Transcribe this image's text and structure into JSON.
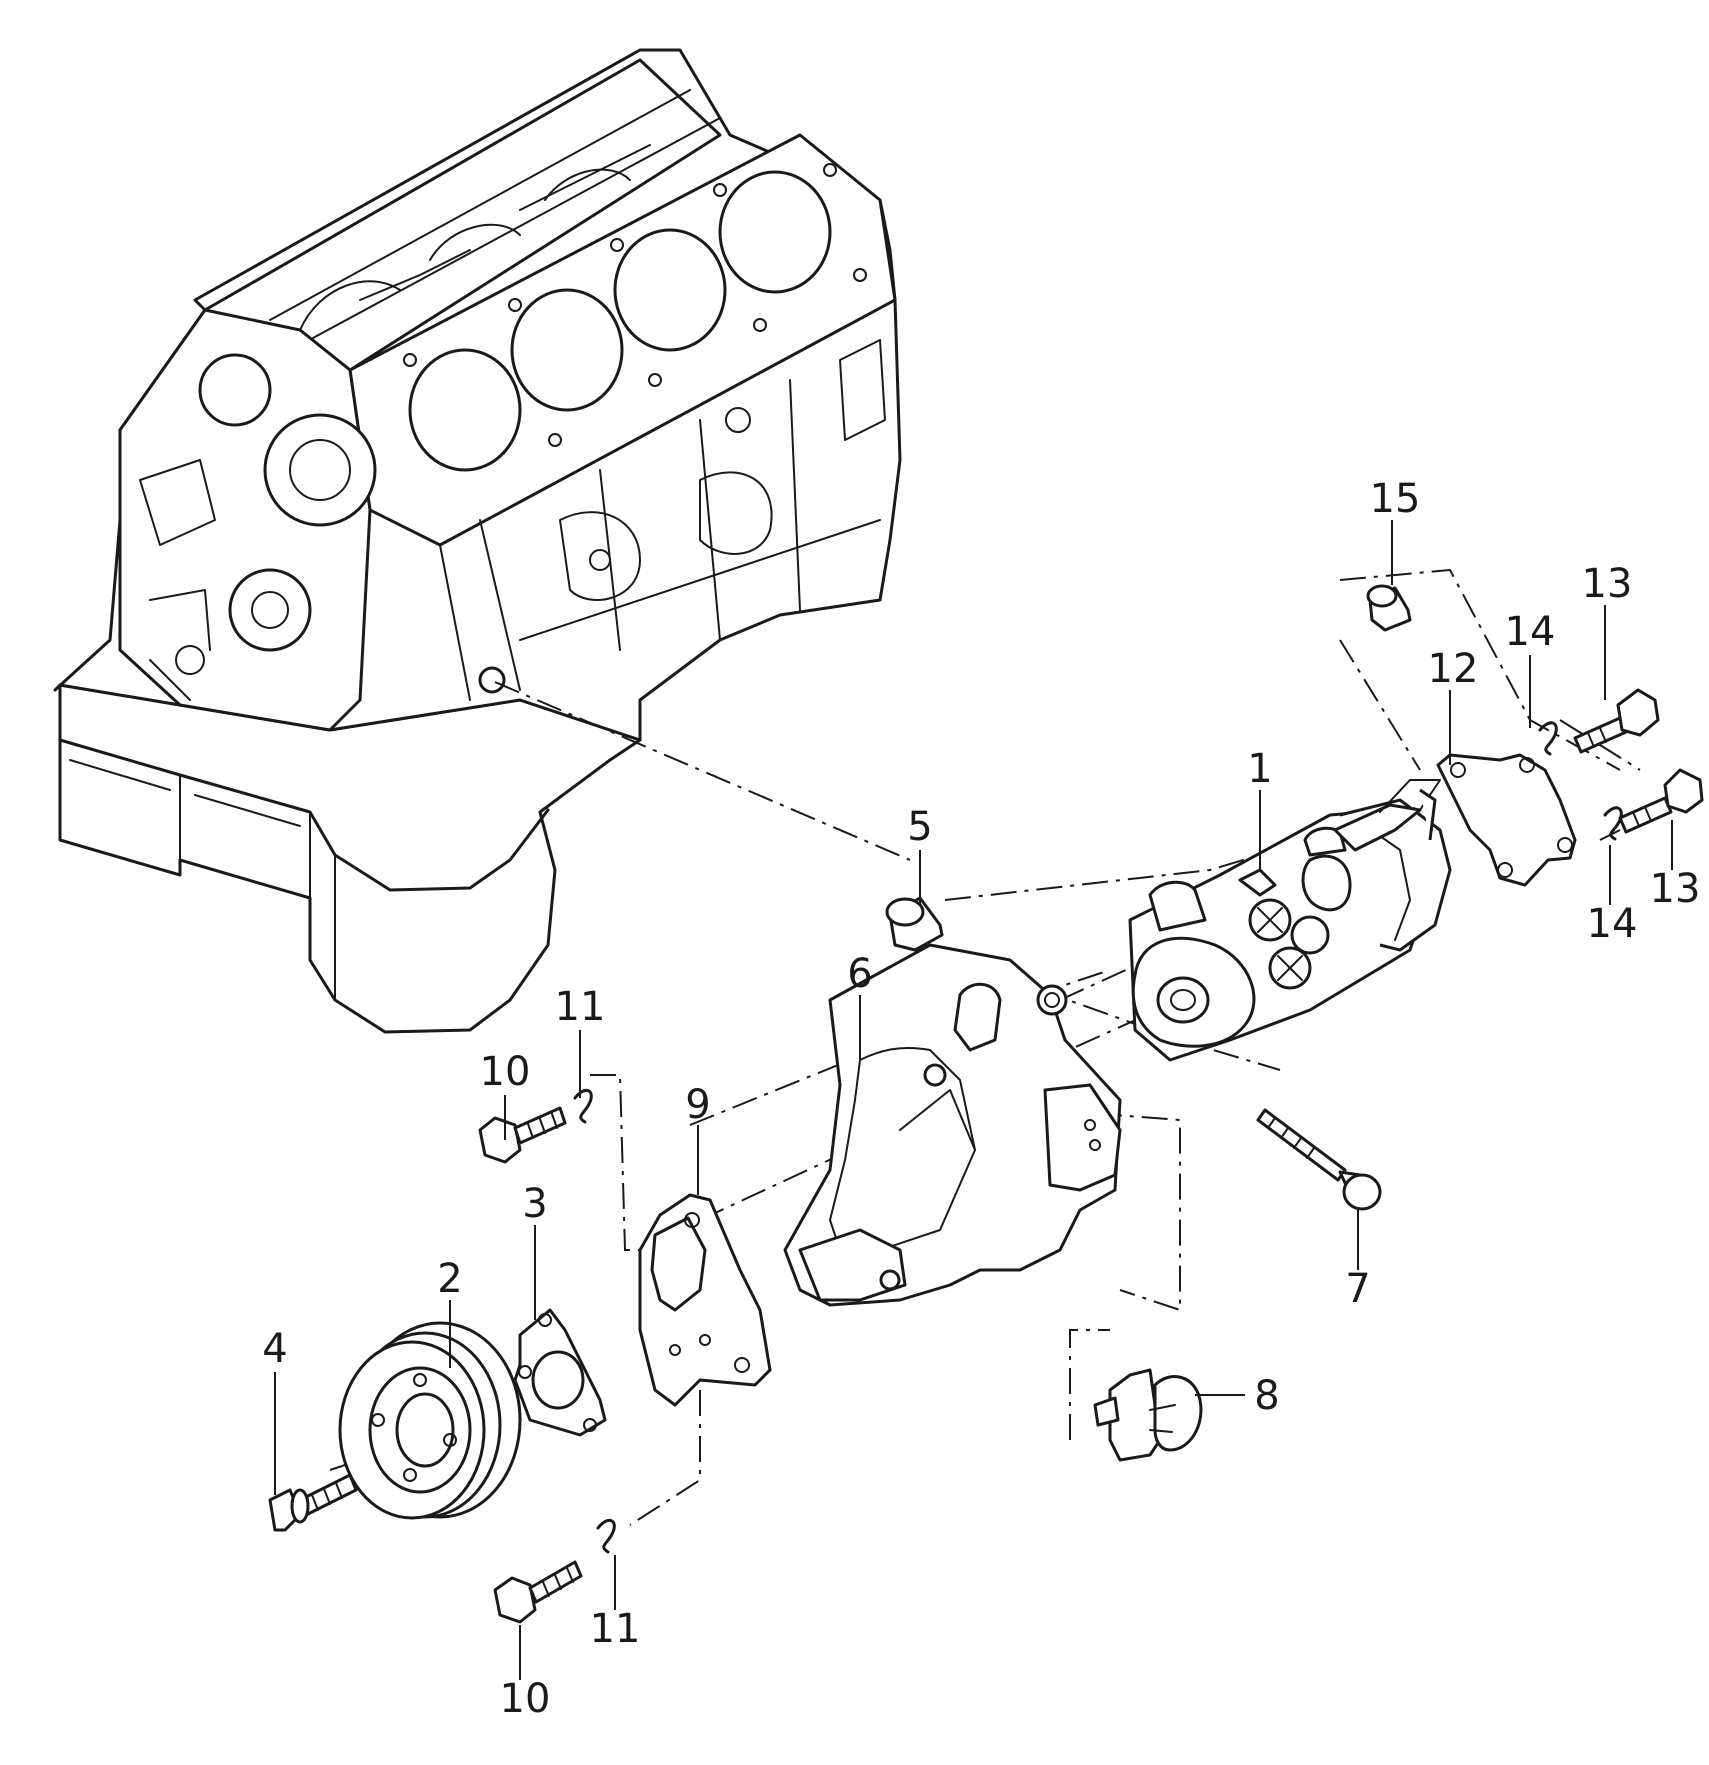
{
  "callouts": {
    "c1": "1",
    "c2": "2",
    "c3": "3",
    "c4": "4",
    "c5": "5",
    "c6": "6",
    "c7": "7",
    "c8": "8",
    "c9": "9",
    "c10a": "10",
    "c10b": "10",
    "c11a": "11",
    "c11b": "11",
    "c12": "12",
    "c13a": "13",
    "c13b": "13",
    "c14a": "14",
    "c14b": "14",
    "c15": "15"
  },
  "colors": {
    "line": "#1a1a1a",
    "background": "#ffffff"
  }
}
